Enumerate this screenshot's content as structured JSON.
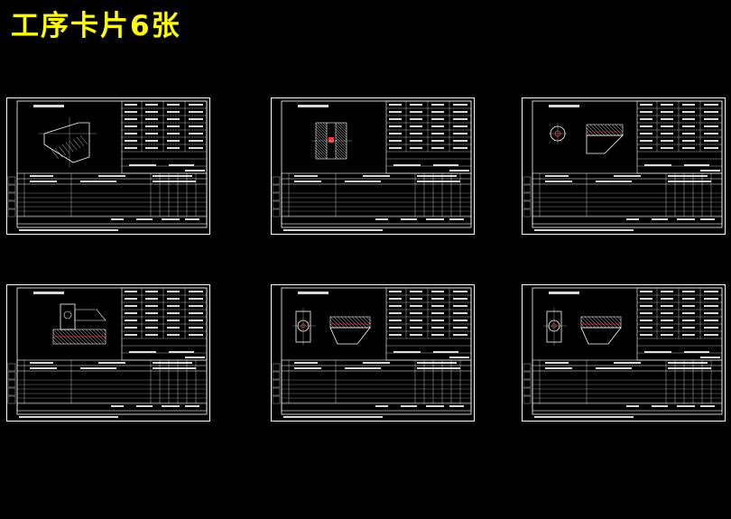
{
  "title": "工序卡片6张",
  "colors": {
    "background": "#000000",
    "title": "#ffff00",
    "lines": "#ffffff",
    "highlight": "#ff3030"
  },
  "sheets": [
    {
      "id": "sheet-1",
      "part_sketch": "angled-block"
    },
    {
      "id": "sheet-2",
      "part_sketch": "slotted-block"
    },
    {
      "id": "sheet-3",
      "part_sketch": "boss-and-section"
    },
    {
      "id": "sheet-4",
      "part_sketch": "fixture-with-slot"
    },
    {
      "id": "sheet-5",
      "part_sketch": "hole-and-section"
    },
    {
      "id": "sheet-6",
      "part_sketch": "hole-and-section"
    }
  ]
}
